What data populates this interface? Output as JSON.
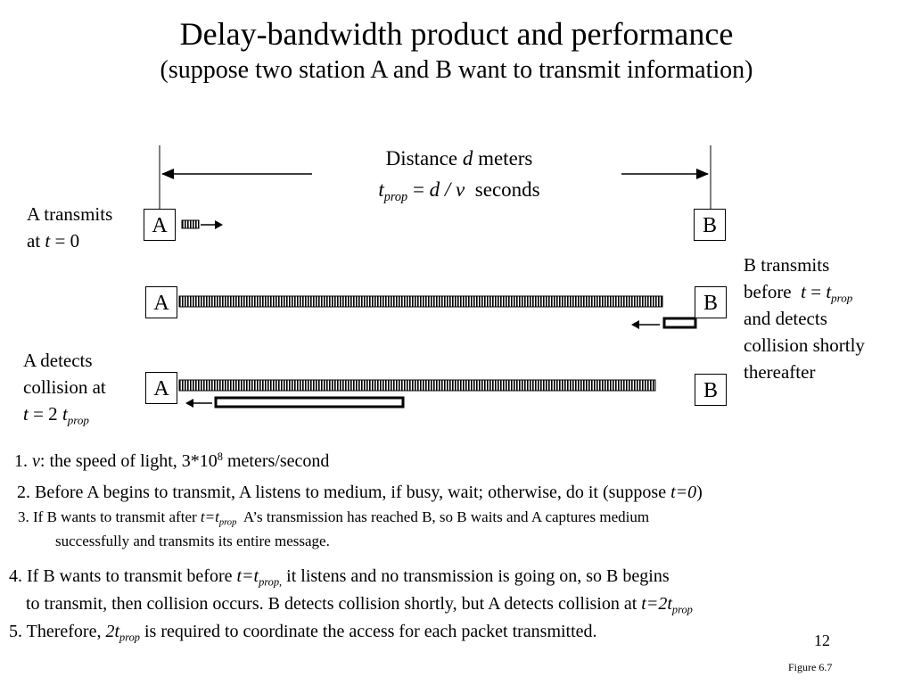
{
  "slide": {
    "title": "Delay-bandwidth product and performance",
    "subtitle": "(suppose two station A and B want to transmit information)",
    "page_number": "12",
    "figure_caption": "Figure 6.7"
  },
  "diagram": {
    "distance_label": "Distance",
    "distance_var": "d",
    "distance_unit": "meters",
    "tprop_var": "t",
    "tprop_sub": "prop",
    "tprop_eq": "=",
    "tprop_expr": "d / ν",
    "tprop_unit": "seconds",
    "station_a": "A",
    "station_b": "B",
    "a_transmits_line1": "A transmits",
    "a_transmits_at": "at",
    "a_transmits_t": "t",
    "a_transmits_rest": "= 0",
    "b_transmits_line1": "B transmits",
    "b_before": "before",
    "b_t": "t",
    "b_eq": "=",
    "b_t2": "t",
    "b_sub": "prop",
    "b_line3": "and detects",
    "b_line4": "collision shortly",
    "b_line5": "thereafter",
    "a_detects_line1": "A detects",
    "a_detects_line2": "collision at",
    "a_detects_t": "t",
    "a_detects_mid": "= 2",
    "a_detects_t2": "t",
    "a_detects_sub": "prop"
  },
  "notes": {
    "n1_num": "1.",
    "n1_nu": "ν",
    "n1_text": ": the speed of light, 3*10",
    "n1_exp": "8",
    "n1_unit": "meters/second",
    "n2_text": "2. Before A begins to transmit, A listens to medium, if busy, wait; otherwise, do it (suppose",
    "n2_var": "t=0",
    "n2_close": ")",
    "n3_a": "3.  If B wants to transmit after",
    "n3_var": "t=t",
    "n3_sub": "prop",
    "n3_b": "A’s transmission has reached B, so B waits and A captures medium",
    "n3_c": "successfully and transmits its entire message.",
    "n4_a": "4. If B wants to transmit before",
    "n4_var": "t=t",
    "n4_sub": "prop,",
    "n4_b": "it listens and no transmission is going on, so B begins",
    "n4_c": "to transmit, then collision occurs. B detects collision shortly, but A detects collision at",
    "n4_var2": "t=2t",
    "n4_sub2": "prop",
    "n5_a": "5. Therefore,",
    "n5_var": "2t",
    "n5_sub": "prop",
    "n5_b": "is required to coordinate the access for each packet transmitted."
  }
}
